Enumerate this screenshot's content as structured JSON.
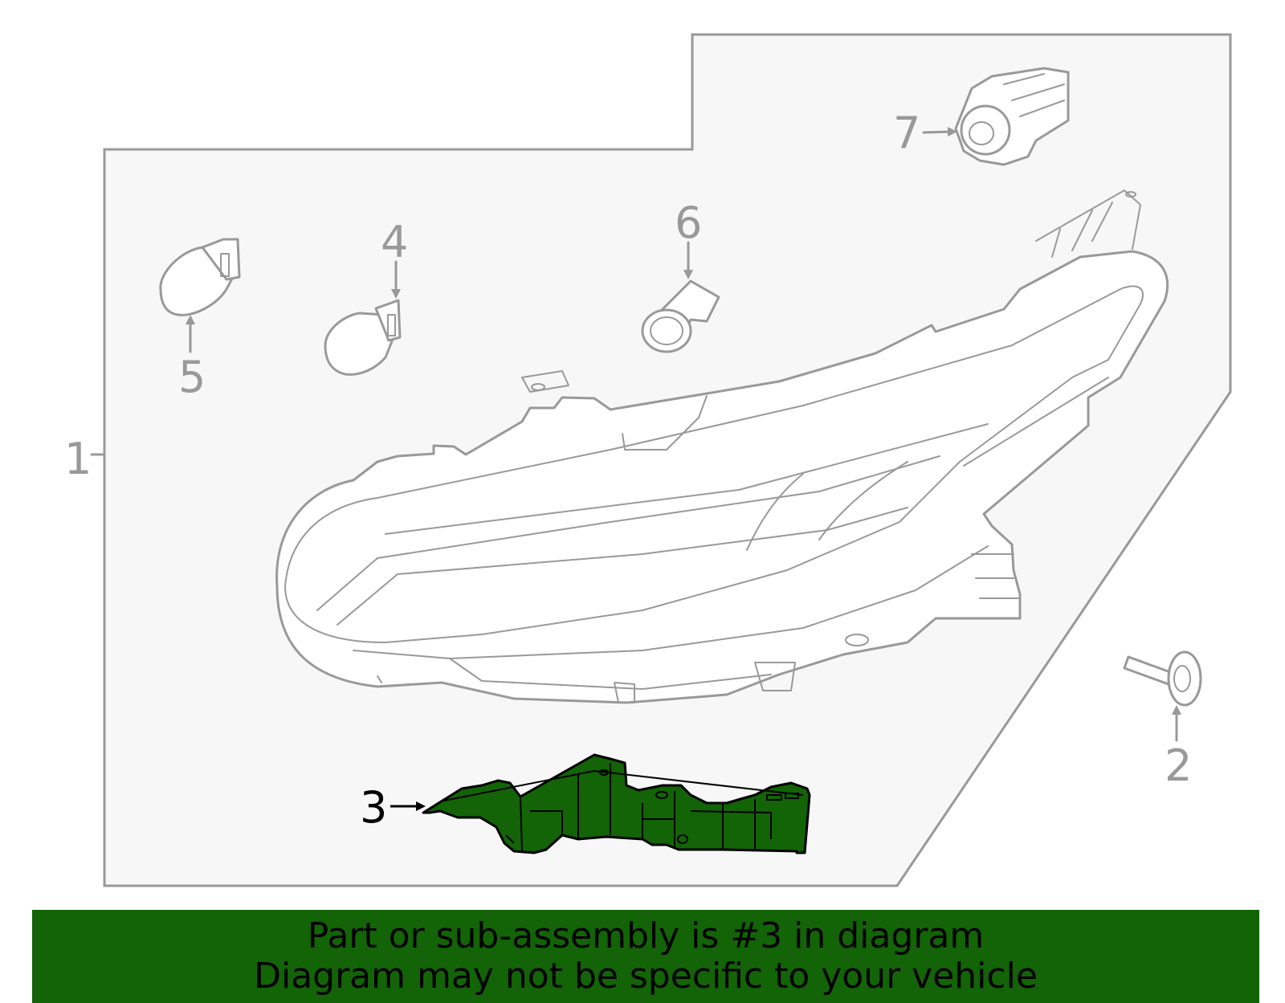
{
  "callouts": {
    "c1": "1",
    "c2": "2",
    "c3": "3",
    "c4": "4",
    "c5": "5",
    "c6": "6",
    "c7": "7"
  },
  "highlighted_part": "3",
  "banner": {
    "line1": "Part or sub-assembly is #3 in diagram",
    "line2": "Diagram may not be specific to your vehicle"
  },
  "colors": {
    "highlight": "#136307",
    "outline": "#999999",
    "panel": "#f7f7f7"
  }
}
